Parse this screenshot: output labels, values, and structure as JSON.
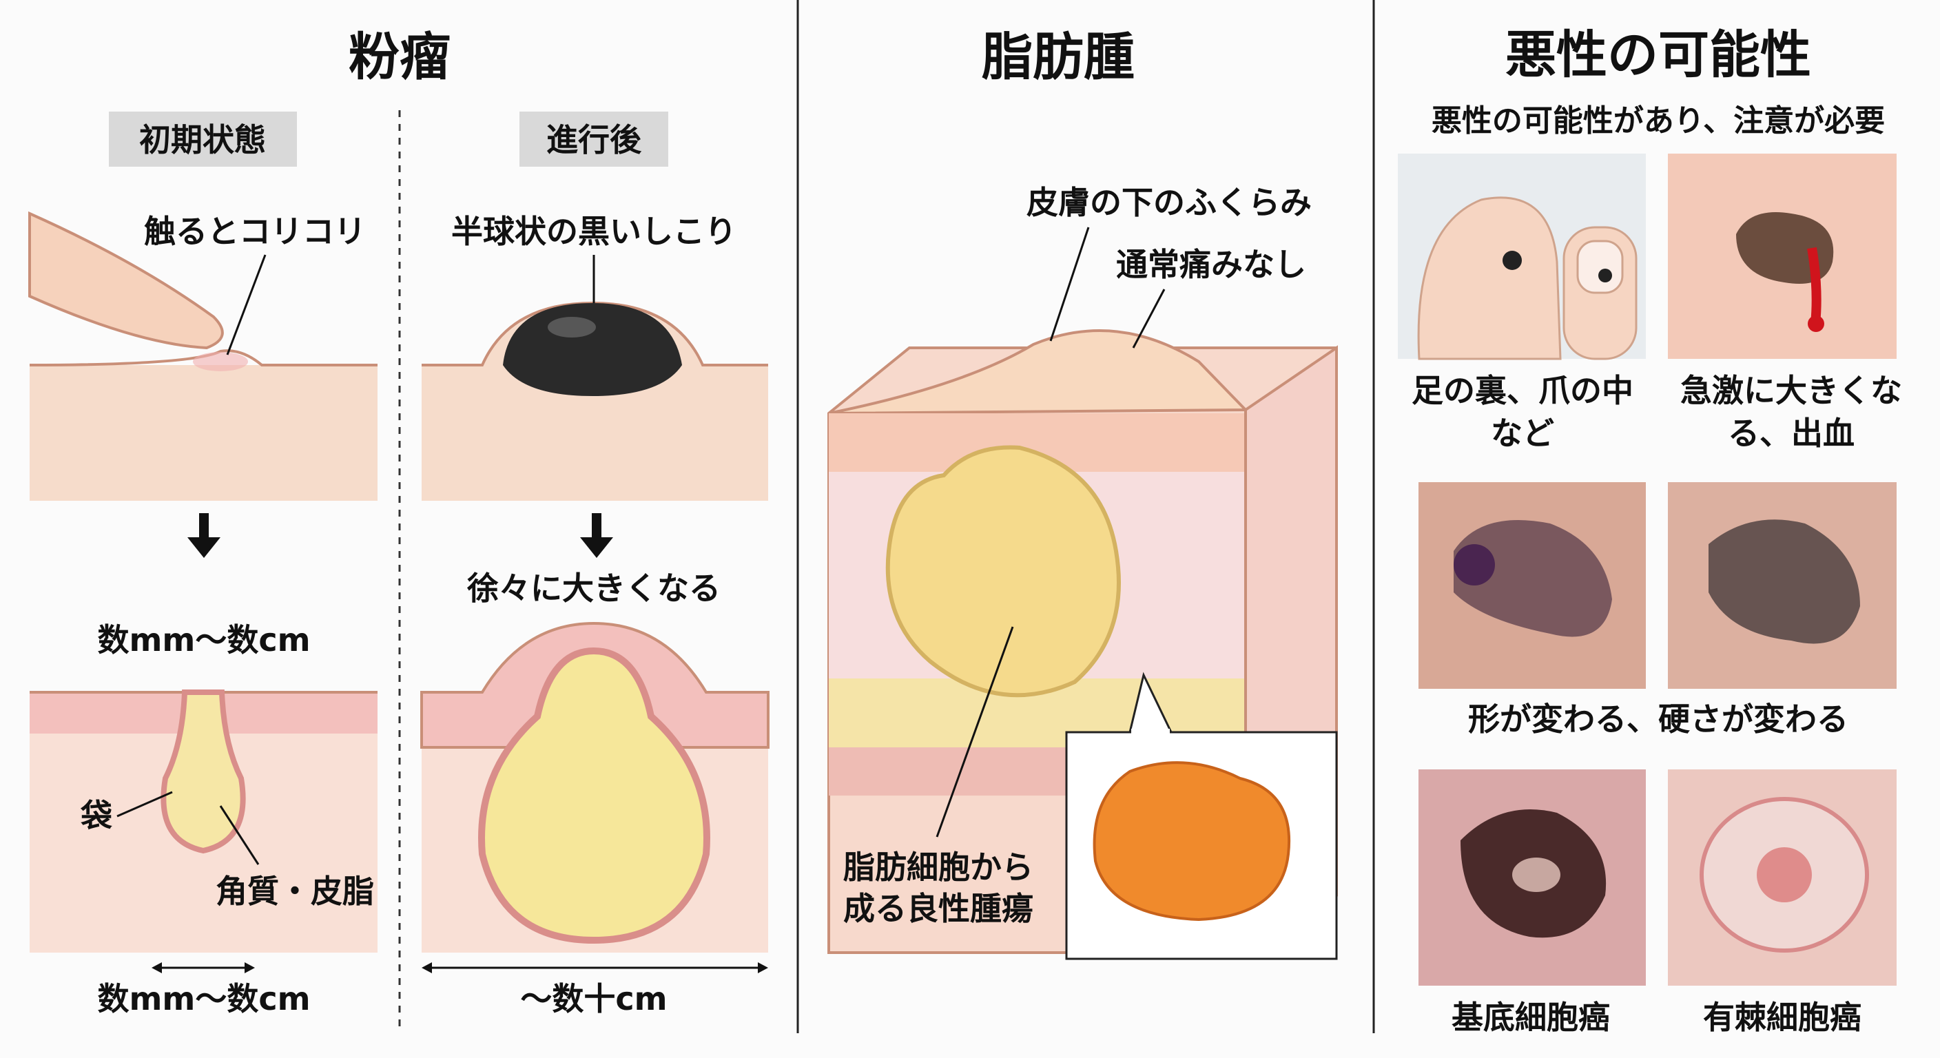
{
  "atheroma": {
    "title": "粉瘤",
    "early_tag": "初期状態",
    "advanced_tag": "進行後",
    "touch_label": "触るとコリコリ",
    "black_label": "半球状の黒いしこり",
    "grow_label": "徐々に大きくなる",
    "size_early_top": "数mm〜数cm",
    "sac_label": "袋",
    "content_label": "角質・皮脂",
    "size_early_bottom": "数mm〜数cm",
    "size_advanced": "〜数十cm"
  },
  "lipoma": {
    "title": "脂肪腫",
    "bulge_label": "皮膚の下のふくらみ",
    "painless_label": "通常痛みなし",
    "cells_label_1": "脂肪細胞から",
    "cells_label_2": "成る良性腫瘍"
  },
  "malignant": {
    "title": "悪性の可能性",
    "subtitle": "悪性の可能性があり、注意が必要",
    "sole_label_1": "足の裏、爪の中",
    "sole_label_2": "など",
    "bleed_label_1": "急激に大きくな",
    "bleed_label_2": "る、出血",
    "shape_label": "形が変わる、硬さが変わる",
    "bcc_label": "基底細胞癌",
    "scc_label": "有棘細胞癌"
  },
  "colors": {
    "skin": "#f6dccb",
    "dermis": "#f3c9c4",
    "fat": "#f6e7a6",
    "lipoma": "#f3d98a",
    "orange": "#f08a2c"
  }
}
